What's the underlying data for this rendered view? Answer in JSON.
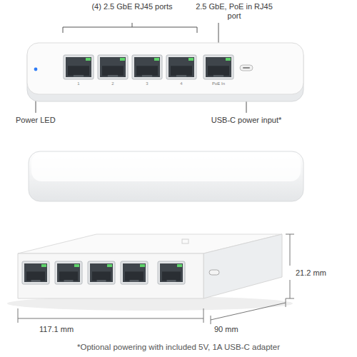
{
  "diagram": {
    "labels": [
      "(4) 2.5 GbE RJ45 ports",
      "2.5 GbE, PoE in RJ45 port",
      "1",
      "2",
      "3",
      "4",
      "PoE In",
      "Power LED",
      "USB-C power input*",
      "21.2 mm",
      "117.1 mm",
      "90 mm",
      "*Optional powering with included 5V, 1A USB-C adapter"
    ]
  }
}
